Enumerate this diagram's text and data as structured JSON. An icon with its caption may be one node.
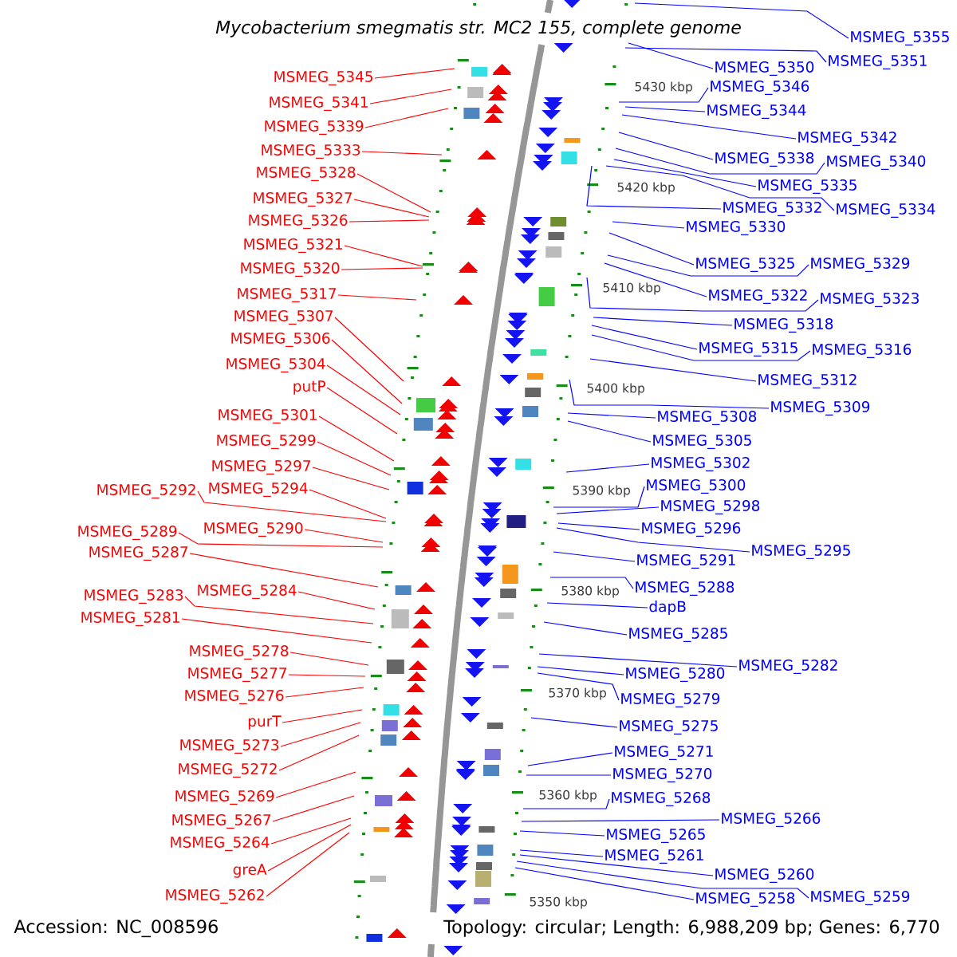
{
  "diagram": {
    "title": "Mycobacterium smegmatis str. MC2 155, complete genome",
    "nodes": [
      {
        "text": [
          "MSMEG_5345"
        ]
      },
      {
        "text": [
          "MSMEG_5341"
        ]
      },
      {
        "text": [
          "MSMEG_5339"
        ]
      },
      {
        "text": [
          "MSMEG_5333"
        ]
      },
      {
        "text": [
          "MSMEG_5328"
        ]
      },
      {
        "text": [
          "MSMEG_5327"
        ]
      },
      {
        "text": [
          "MSMEG_5326"
        ]
      },
      {
        "text": [
          "MSMEG_5321"
        ]
      },
      {
        "text": [
          "MSMEG_5320"
        ]
      },
      {
        "text": [
          "MSMEG_5317"
        ]
      },
      {
        "text": [
          "MSMEG_5307"
        ]
      },
      {
        "text": [
          "MSMEG_5306"
        ]
      },
      {
        "text": [
          "MSMEG_5304"
        ]
      },
      {
        "text": [
          "putP"
        ]
      },
      {
        "text": [
          "MSMEG_5301"
        ]
      },
      {
        "text": [
          "MSMEG_5299"
        ]
      },
      {
        "text": [
          "MSMEG_5297"
        ]
      },
      {
        "text": [
          "MSMEG_5294"
        ]
      },
      {
        "text": [
          "MSMEG_5292"
        ]
      },
      {
        "text": [
          "MSMEG_5290"
        ]
      },
      {
        "text": [
          "MSMEG_5289"
        ]
      },
      {
        "text": [
          "MSMEG_5287"
        ]
      },
      {
        "text": [
          "MSMEG_5284"
        ]
      },
      {
        "text": [
          "MSMEG_5283"
        ]
      },
      {
        "text": [
          "MSMEG_5281"
        ]
      },
      {
        "text": [
          "MSMEG_5278"
        ]
      },
      {
        "text": [
          "MSMEG_5277"
        ]
      },
      {
        "text": [
          "MSMEG_5276"
        ]
      },
      {
        "text": [
          "purT"
        ]
      },
      {
        "text": [
          "MSMEG_5273"
        ]
      },
      {
        "text": [
          "MSMEG_5272"
        ]
      },
      {
        "text": [
          "MSMEG_5269"
        ]
      },
      {
        "text": [
          "MSMEG_5267"
        ]
      },
      {
        "text": [
          "MSMEG_5264"
        ]
      },
      {
        "text": [
          "greA"
        ]
      },
      {
        "text": [
          "MSMEG_5262"
        ]
      },
      {
        "text": [
          "MSMEG_5355"
        ]
      },
      {
        "text": [
          "MSMEG_5351"
        ]
      },
      {
        "text": [
          "MSMEG_5350"
        ]
      },
      {
        "text": [
          "MSMEG_5346"
        ]
      },
      {
        "text": [
          "MSMEG_5344"
        ]
      },
      {
        "text": [
          "MSMEG_5342"
        ]
      },
      {
        "text": [
          "MSMEG_5338"
        ]
      },
      {
        "text": [
          "MSMEG_5340"
        ]
      },
      {
        "text": [
          "MSMEG_5335"
        ]
      },
      {
        "text": [
          "MSMEG_5332"
        ]
      },
      {
        "text": [
          "MSMEG_5334"
        ]
      },
      {
        "text": [
          "MSMEG_5330"
        ]
      },
      {
        "text": [
          "MSMEG_5325"
        ]
      },
      {
        "text": [
          "MSMEG_5329"
        ]
      },
      {
        "text": [
          "MSMEG_5322"
        ]
      },
      {
        "text": [
          "MSMEG_5323"
        ]
      },
      {
        "text": [
          "MSMEG_5318"
        ]
      },
      {
        "text": [
          "MSMEG_5315"
        ]
      },
      {
        "text": [
          "MSMEG_5316"
        ]
      },
      {
        "text": [
          "MSMEG_5312"
        ]
      },
      {
        "text": [
          "MSMEG_5309"
        ]
      },
      {
        "text": [
          "MSMEG_5308"
        ]
      },
      {
        "text": [
          "MSMEG_5305"
        ]
      },
      {
        "text": [
          "MSMEG_5302"
        ]
      },
      {
        "text": [
          "MSMEG_5300"
        ]
      },
      {
        "text": [
          "MSMEG_5298"
        ]
      },
      {
        "text": [
          "MSMEG_5296"
        ]
      },
      {
        "text": [
          "MSMEG_5295"
        ]
      },
      {
        "text": [
          "MSMEG_5291"
        ]
      },
      {
        "text": [
          "MSMEG_5288"
        ]
      },
      {
        "text": [
          "dapB"
        ]
      },
      {
        "text": [
          "MSMEG_5285"
        ]
      },
      {
        "text": [
          "MSMEG_5282"
        ]
      },
      {
        "text": [
          "MSMEG_5280"
        ]
      },
      {
        "text": [
          "MSMEG_5279"
        ]
      },
      {
        "text": [
          "MSMEG_5275"
        ]
      },
      {
        "text": [
          "MSMEG_5271"
        ]
      },
      {
        "text": [
          "MSMEG_5270"
        ]
      },
      {
        "text": [
          "MSMEG_5268"
        ]
      },
      {
        "text": [
          "MSMEG_5266"
        ]
      },
      {
        "text": [
          "MSMEG_5265"
        ]
      },
      {
        "text": [
          "MSMEG_5261"
        ]
      },
      {
        "text": [
          "MSMEG_5260"
        ]
      },
      {
        "text": [
          "MSMEG_5258"
        ]
      },
      {
        "text": [
          "MSMEG_5259"
        ]
      }
    ],
    "edges": [
      {
        "from": 0,
        "to": null,
        "arrow": "none",
        "color": "#ff0000"
      },
      {
        "from": 1,
        "to": null,
        "arrow": "none",
        "color": "#ff0000"
      },
      {
        "from": 2,
        "to": null,
        "arrow": "none",
        "color": "#ff0000"
      },
      {
        "from": 3,
        "to": null,
        "arrow": "none",
        "color": "#ff0000"
      },
      {
        "from": 4,
        "to": null,
        "arrow": "none",
        "color": "#ff0000"
      },
      {
        "from": 5,
        "to": null,
        "arrow": "none",
        "color": "#ff0000"
      },
      {
        "from": 6,
        "to": null,
        "arrow": "none",
        "color": "#ff0000"
      },
      {
        "from": 7,
        "to": null,
        "arrow": "none",
        "color": "#ff0000"
      },
      {
        "from": 8,
        "to": null,
        "arrow": "none",
        "color": "#ff0000"
      },
      {
        "from": 9,
        "to": null,
        "arrow": "none",
        "color": "#ff0000"
      },
      {
        "from": 10,
        "to": null,
        "arrow": "none",
        "color": "#ff0000"
      },
      {
        "from": 11,
        "to": null,
        "arrow": "none",
        "color": "#ff0000"
      },
      {
        "from": 12,
        "to": null,
        "arrow": "none",
        "color": "#ff0000"
      },
      {
        "from": 13,
        "to": null,
        "arrow": "none",
        "color": "#ff0000"
      },
      {
        "from": 14,
        "to": null,
        "arrow": "none",
        "color": "#ff0000"
      },
      {
        "from": 15,
        "to": null,
        "arrow": "none",
        "color": "#ff0000"
      },
      {
        "from": 16,
        "to": null,
        "arrow": "none",
        "color": "#ff0000"
      },
      {
        "from": 17,
        "to": null,
        "arrow": "none",
        "color": "#ff0000"
      },
      {
        "from": 18,
        "to": null,
        "arrow": "none",
        "color": "#ff0000"
      },
      {
        "from": 19,
        "to": null,
        "arrow": "none",
        "color": "#ff0000"
      },
      {
        "from": 20,
        "to": null,
        "arrow": "none",
        "color": "#ff0000"
      },
      {
        "from": 21,
        "to": null,
        "arrow": "none",
        "color": "#ff0000"
      },
      {
        "from": 22,
        "to": null,
        "arrow": "none",
        "color": "#ff0000"
      },
      {
        "from": 23,
        "to": null,
        "arrow": "none",
        "color": "#ff0000"
      },
      {
        "from": 24,
        "to": null,
        "arrow": "none",
        "color": "#ff0000"
      },
      {
        "from": 25,
        "to": null,
        "arrow": "none",
        "color": "#ff0000"
      },
      {
        "from": 26,
        "to": null,
        "arrow": "none",
        "color": "#ff0000"
      },
      {
        "from": 27,
        "to": null,
        "arrow": "none",
        "color": "#ff0000"
      },
      {
        "from": 28,
        "to": null,
        "arrow": "none",
        "color": "#ff0000"
      },
      {
        "from": 29,
        "to": null,
        "arrow": "none",
        "color": "#ff0000"
      },
      {
        "from": 30,
        "to": null,
        "arrow": "none",
        "color": "#ff0000"
      },
      {
        "from": 31,
        "to": null,
        "arrow": "none",
        "color": "#ff0000"
      },
      {
        "from": 32,
        "to": null,
        "arrow": "none",
        "color": "#ff0000"
      },
      {
        "from": 33,
        "to": null,
        "arrow": "none",
        "color": "#ff0000"
      },
      {
        "from": 34,
        "to": null,
        "arrow": "none",
        "color": "#ff0000"
      },
      {
        "from": 35,
        "to": null,
        "arrow": "none",
        "color": "#ff0000"
      },
      {
        "from": 36,
        "to": null,
        "arrow": "none"
      },
      {
        "from": 37,
        "to": null,
        "arrow": "none"
      },
      {
        "from": 38,
        "to": null,
        "arrow": "none"
      },
      {
        "from": 39,
        "to": null,
        "arrow": "none"
      },
      {
        "from": 40,
        "to": null,
        "arrow": "none"
      },
      {
        "from": 41,
        "to": null,
        "arrow": "none"
      },
      {
        "from": 42,
        "to": null,
        "arrow": "none"
      },
      {
        "from": 43,
        "to": null,
        "arrow": "none"
      },
      {
        "from": 44,
        "to": null,
        "arrow": "none"
      },
      {
        "from": 45,
        "to": null,
        "arrow": "none"
      },
      {
        "from": 46,
        "to": null,
        "arrow": "none"
      },
      {
        "from": 47,
        "to": null,
        "arrow": "none"
      },
      {
        "from": 48,
        "to": null,
        "arrow": "none"
      },
      {
        "from": 49,
        "to": null,
        "arrow": "none"
      },
      {
        "from": 50,
        "to": null,
        "arrow": "none"
      },
      {
        "from": 51,
        "to": null,
        "arrow": "none"
      },
      {
        "from": 52,
        "to": null,
        "arrow": "none"
      },
      {
        "from": 53,
        "to": null,
        "arrow": "none"
      },
      {
        "from": 54,
        "to": null,
        "arrow": "none"
      },
      {
        "from": 55,
        "to": null,
        "arrow": "none"
      },
      {
        "from": 56,
        "to": null,
        "arrow": "none"
      },
      {
        "from": 57,
        "to": null,
        "arrow": "none"
      },
      {
        "from": 58,
        "to": null,
        "arrow": "none"
      },
      {
        "from": 59,
        "to": null,
        "arrow": "none"
      },
      {
        "from": 60,
        "to": null,
        "arrow": "none"
      },
      {
        "from": 61,
        "to": null,
        "arrow": "none"
      },
      {
        "from": 62,
        "to": null,
        "arrow": "none"
      },
      {
        "from": 63,
        "to": null,
        "arrow": "none"
      },
      {
        "from": 64,
        "to": null,
        "arrow": "none"
      },
      {
        "from": 65,
        "to": null,
        "arrow": "none"
      },
      {
        "from": 66,
        "to": null,
        "arrow": "none"
      },
      {
        "from": 67,
        "to": null,
        "arrow": "none"
      },
      {
        "from": 68,
        "to": null,
        "arrow": "none"
      },
      {
        "from": 69,
        "to": null,
        "arrow": "none"
      },
      {
        "from": 70,
        "to": null,
        "arrow": "none"
      },
      {
        "from": 71,
        "to": null,
        "arrow": "none"
      },
      {
        "from": 72,
        "to": null,
        "arrow": "none"
      },
      {
        "from": 73,
        "to": null,
        "arrow": "none"
      },
      {
        "from": 74,
        "to": null,
        "arrow": "none"
      },
      {
        "from": 75,
        "to": null,
        "arrow": "none"
      },
      {
        "from": 76,
        "to": null,
        "arrow": "none"
      },
      {
        "from": 77,
        "to": null,
        "arrow": "none"
      },
      {
        "from": 78,
        "to": null,
        "arrow": "none"
      },
      {
        "from": 79,
        "to": null,
        "arrow": "none"
      },
      {
        "from": 80,
        "to": null,
        "arrow": "none"
      }
    ],
    "labels": [
      "5430 kbp",
      "5420 kbp",
      "5410 kbp",
      "5400 kbp",
      "5390 kbp",
      "5380 kbp",
      "5370 kbp",
      "5360 kbp",
      "5350 kbp",
      "Accession: NC_008596",
      "Topology: circular; Length: 6,988,209 bp; Genes: 6,770"
    ]
  }
}
